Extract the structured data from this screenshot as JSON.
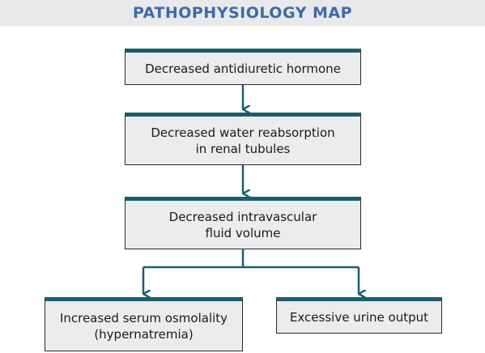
{
  "header": {
    "title": "PATHOPHYSIOLOGY MAP"
  },
  "colors": {
    "title_text": "#3f6aa6",
    "title_band": "#e8e9eb",
    "box_fill": "#ebeced",
    "box_top_bar": "#1b5f6f",
    "connector": "#1b5f6f"
  },
  "nodes": [
    {
      "id": "n1",
      "text": "Decreased antidiuretic hormone"
    },
    {
      "id": "n2",
      "text": "Decreased water reabsorption\nin renal tubules"
    },
    {
      "id": "n3",
      "text": "Decreased intravascular\nfluid volume"
    },
    {
      "id": "n4",
      "text": "Increased serum osmolality\n(hypernatremia)"
    },
    {
      "id": "n5",
      "text": "Excessive urine output"
    }
  ],
  "edges": [
    {
      "from": "n1",
      "to": "n2"
    },
    {
      "from": "n2",
      "to": "n3"
    },
    {
      "from": "n3",
      "to": "n4"
    },
    {
      "from": "n3",
      "to": "n5"
    }
  ]
}
